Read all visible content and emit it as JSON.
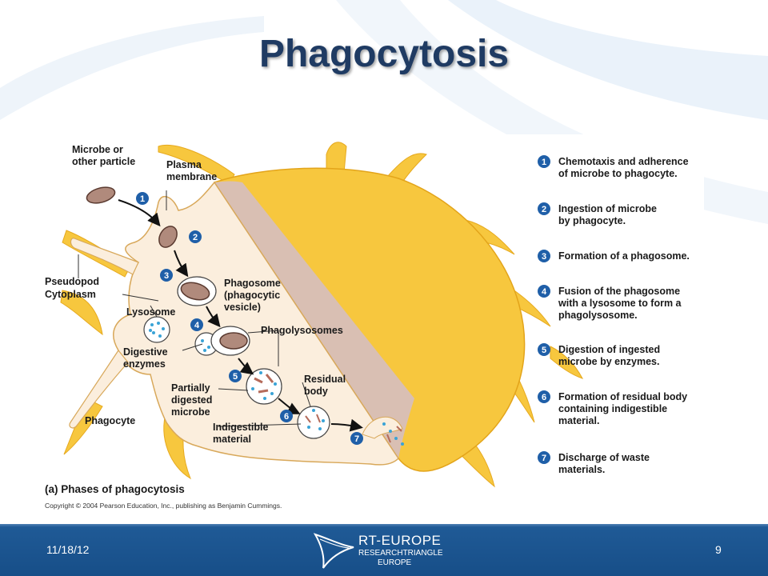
{
  "slide": {
    "title": "Phagocytosis",
    "date": "11/18/12",
    "page_number": "9"
  },
  "logo": {
    "line1": "RT-EUROPE",
    "line2": "RESEARCHTRIANGLE",
    "line3": "EUROPE"
  },
  "figure": {
    "labels": {
      "microbe_line1": "Microbe or",
      "microbe_line2": "other particle",
      "plasma_line1": "Plasma",
      "plasma_line2": "membrane",
      "pseudopod": "Pseudopod",
      "cytoplasm": "Cytoplasm",
      "phagosome_line1": "Phagosome",
      "phagosome_line2": "(phagocytic",
      "phagosome_line3": "vesicle)",
      "lysosome": "Lysosome",
      "phagolysosomes": "Phagolysosomes",
      "digestive_line1": "Digestive",
      "digestive_line2": "enzymes",
      "partially_line1": "Partially",
      "partially_line2": "digested",
      "partially_line3": "microbe",
      "residual_line1": "Residual",
      "residual_line2": "body",
      "indigestible_line1": "Indigestible",
      "indigestible_line2": "material",
      "phagocyte": "Phagocyte"
    },
    "steps": [
      {
        "num": "1",
        "line1": "Chemotaxis and adherence",
        "line2": "of microbe to phagocyte.",
        "line3": ""
      },
      {
        "num": "2",
        "line1": "Ingestion of microbe",
        "line2": "by phagocyte.",
        "line3": ""
      },
      {
        "num": "3",
        "line1": "Formation of a phagosome.",
        "line2": "",
        "line3": ""
      },
      {
        "num": "4",
        "line1": "Fusion of the phagosome",
        "line2": "with a lysosome to form a",
        "line3": "phagolysosome."
      },
      {
        "num": "5",
        "line1": "Digestion of ingested",
        "line2": "microbe by enzymes.",
        "line3": ""
      },
      {
        "num": "6",
        "line1": "Formation of residual body",
        "line2": "containing indigestible",
        "line3": "material."
      },
      {
        "num": "7",
        "line1": "Discharge of waste",
        "line2": "materials.",
        "line3": ""
      }
    ],
    "caption": "(a) Phases of phagocytosis",
    "copyright": "Copyright © 2004 Pearson Education, Inc., publishing as Benjamin Cummings."
  },
  "colors": {
    "title": "#1f3b63",
    "footer": "#1f5a96",
    "cell_yellow": "#f7c73e",
    "cytoplasm": "#fbeedd",
    "step_badge": "#1f5fa8"
  }
}
